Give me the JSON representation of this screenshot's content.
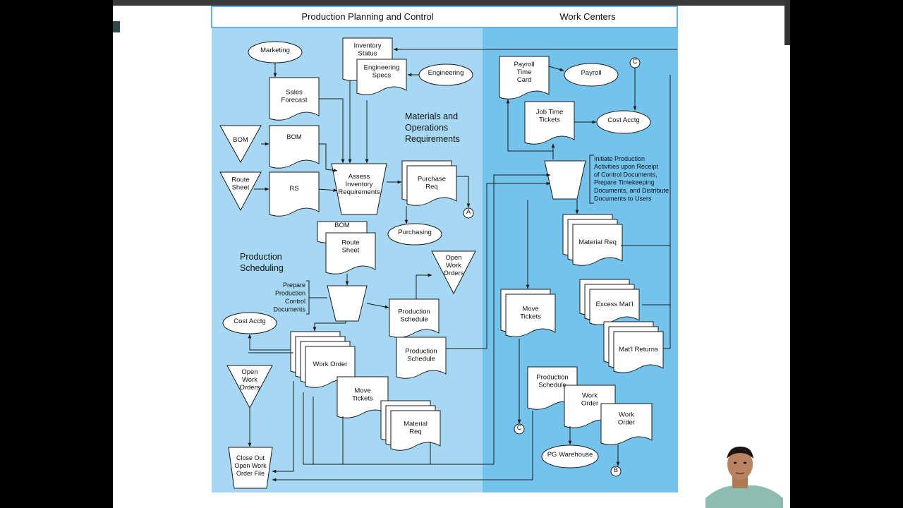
{
  "headers": {
    "left": "Production Planning and Control",
    "right": "Work Centers"
  },
  "section_labels": {
    "materials": [
      "Materials and",
      "Operations",
      "Requirements"
    ],
    "scheduling": [
      "Production",
      "Scheduling"
    ]
  },
  "nodes": {
    "marketing": "Marketing",
    "sales_forecast": [
      "Sales",
      "Forecast"
    ],
    "inventory_status": [
      "Inventory",
      "Status"
    ],
    "engineering_specs": [
      "Engineering",
      "Specs"
    ],
    "engineering": "Engineering",
    "bom_tri": "BOM",
    "bom_doc": "BOM",
    "route_tri": [
      "Route",
      "Sheet"
    ],
    "rs_doc": "RS",
    "assess": [
      "Assess",
      "Inventory",
      "Requirements"
    ],
    "purchase_req": [
      "Purchase",
      "Req"
    ],
    "conn_a": "A",
    "purchasing": "Purchasing",
    "bom_small": "BOM",
    "route_sheet": [
      "Route",
      "Sheet"
    ],
    "open_wo_right": [
      "Open",
      "Work",
      "Orders"
    ],
    "prepare_label": [
      "Prepare",
      "Production",
      "Control",
      "Documents"
    ],
    "prod_schedule_a": [
      "Production",
      "Schedule"
    ],
    "prod_schedule_b": [
      "Production",
      "Schedule"
    ],
    "cost_acctg_left": "Cost Acctg",
    "open_wo_left": [
      "Open",
      "Work",
      "Orders"
    ],
    "work_order": "Work Order",
    "move_tickets_left": [
      "Move",
      "Tickets"
    ],
    "material_req_left": [
      "Material",
      "Req"
    ],
    "close_out": [
      "Close Out",
      "Open Work",
      "Order File"
    ],
    "payroll_card": [
      "Payroll",
      "Time",
      "Card"
    ],
    "payroll": "Payroll",
    "conn_c_top": "C",
    "job_time": [
      "Job Time",
      "Tickets"
    ],
    "cost_acctg_right": "Cost Acctg",
    "initiate_label": [
      "Initiate Production",
      "Activities upon Receipt",
      "of Control Documents,",
      "Prepare Timekeeping",
      "Documents, and Distribute",
      "Documents to Users"
    ],
    "material_req_right": "Material Req",
    "move_tickets_right": [
      "Move",
      "Tickets"
    ],
    "excess_matl": "Excess Mat'l",
    "matl_returns": "Mat'l Returns",
    "conn_c_bottom": "C",
    "prod_schedule_right": [
      "Production",
      "Schedule"
    ],
    "work_order_r1": [
      "Work",
      "Order"
    ],
    "work_order_r2": [
      "Work",
      "Order"
    ],
    "pg_warehouse": "PG Warehouse",
    "conn_b": "B"
  },
  "colors": {
    "left_panel": "#a6d8f3",
    "right_panel": "#74c3ec",
    "header_border": "#2b9ad0",
    "stroke": "#1a1a1a"
  }
}
